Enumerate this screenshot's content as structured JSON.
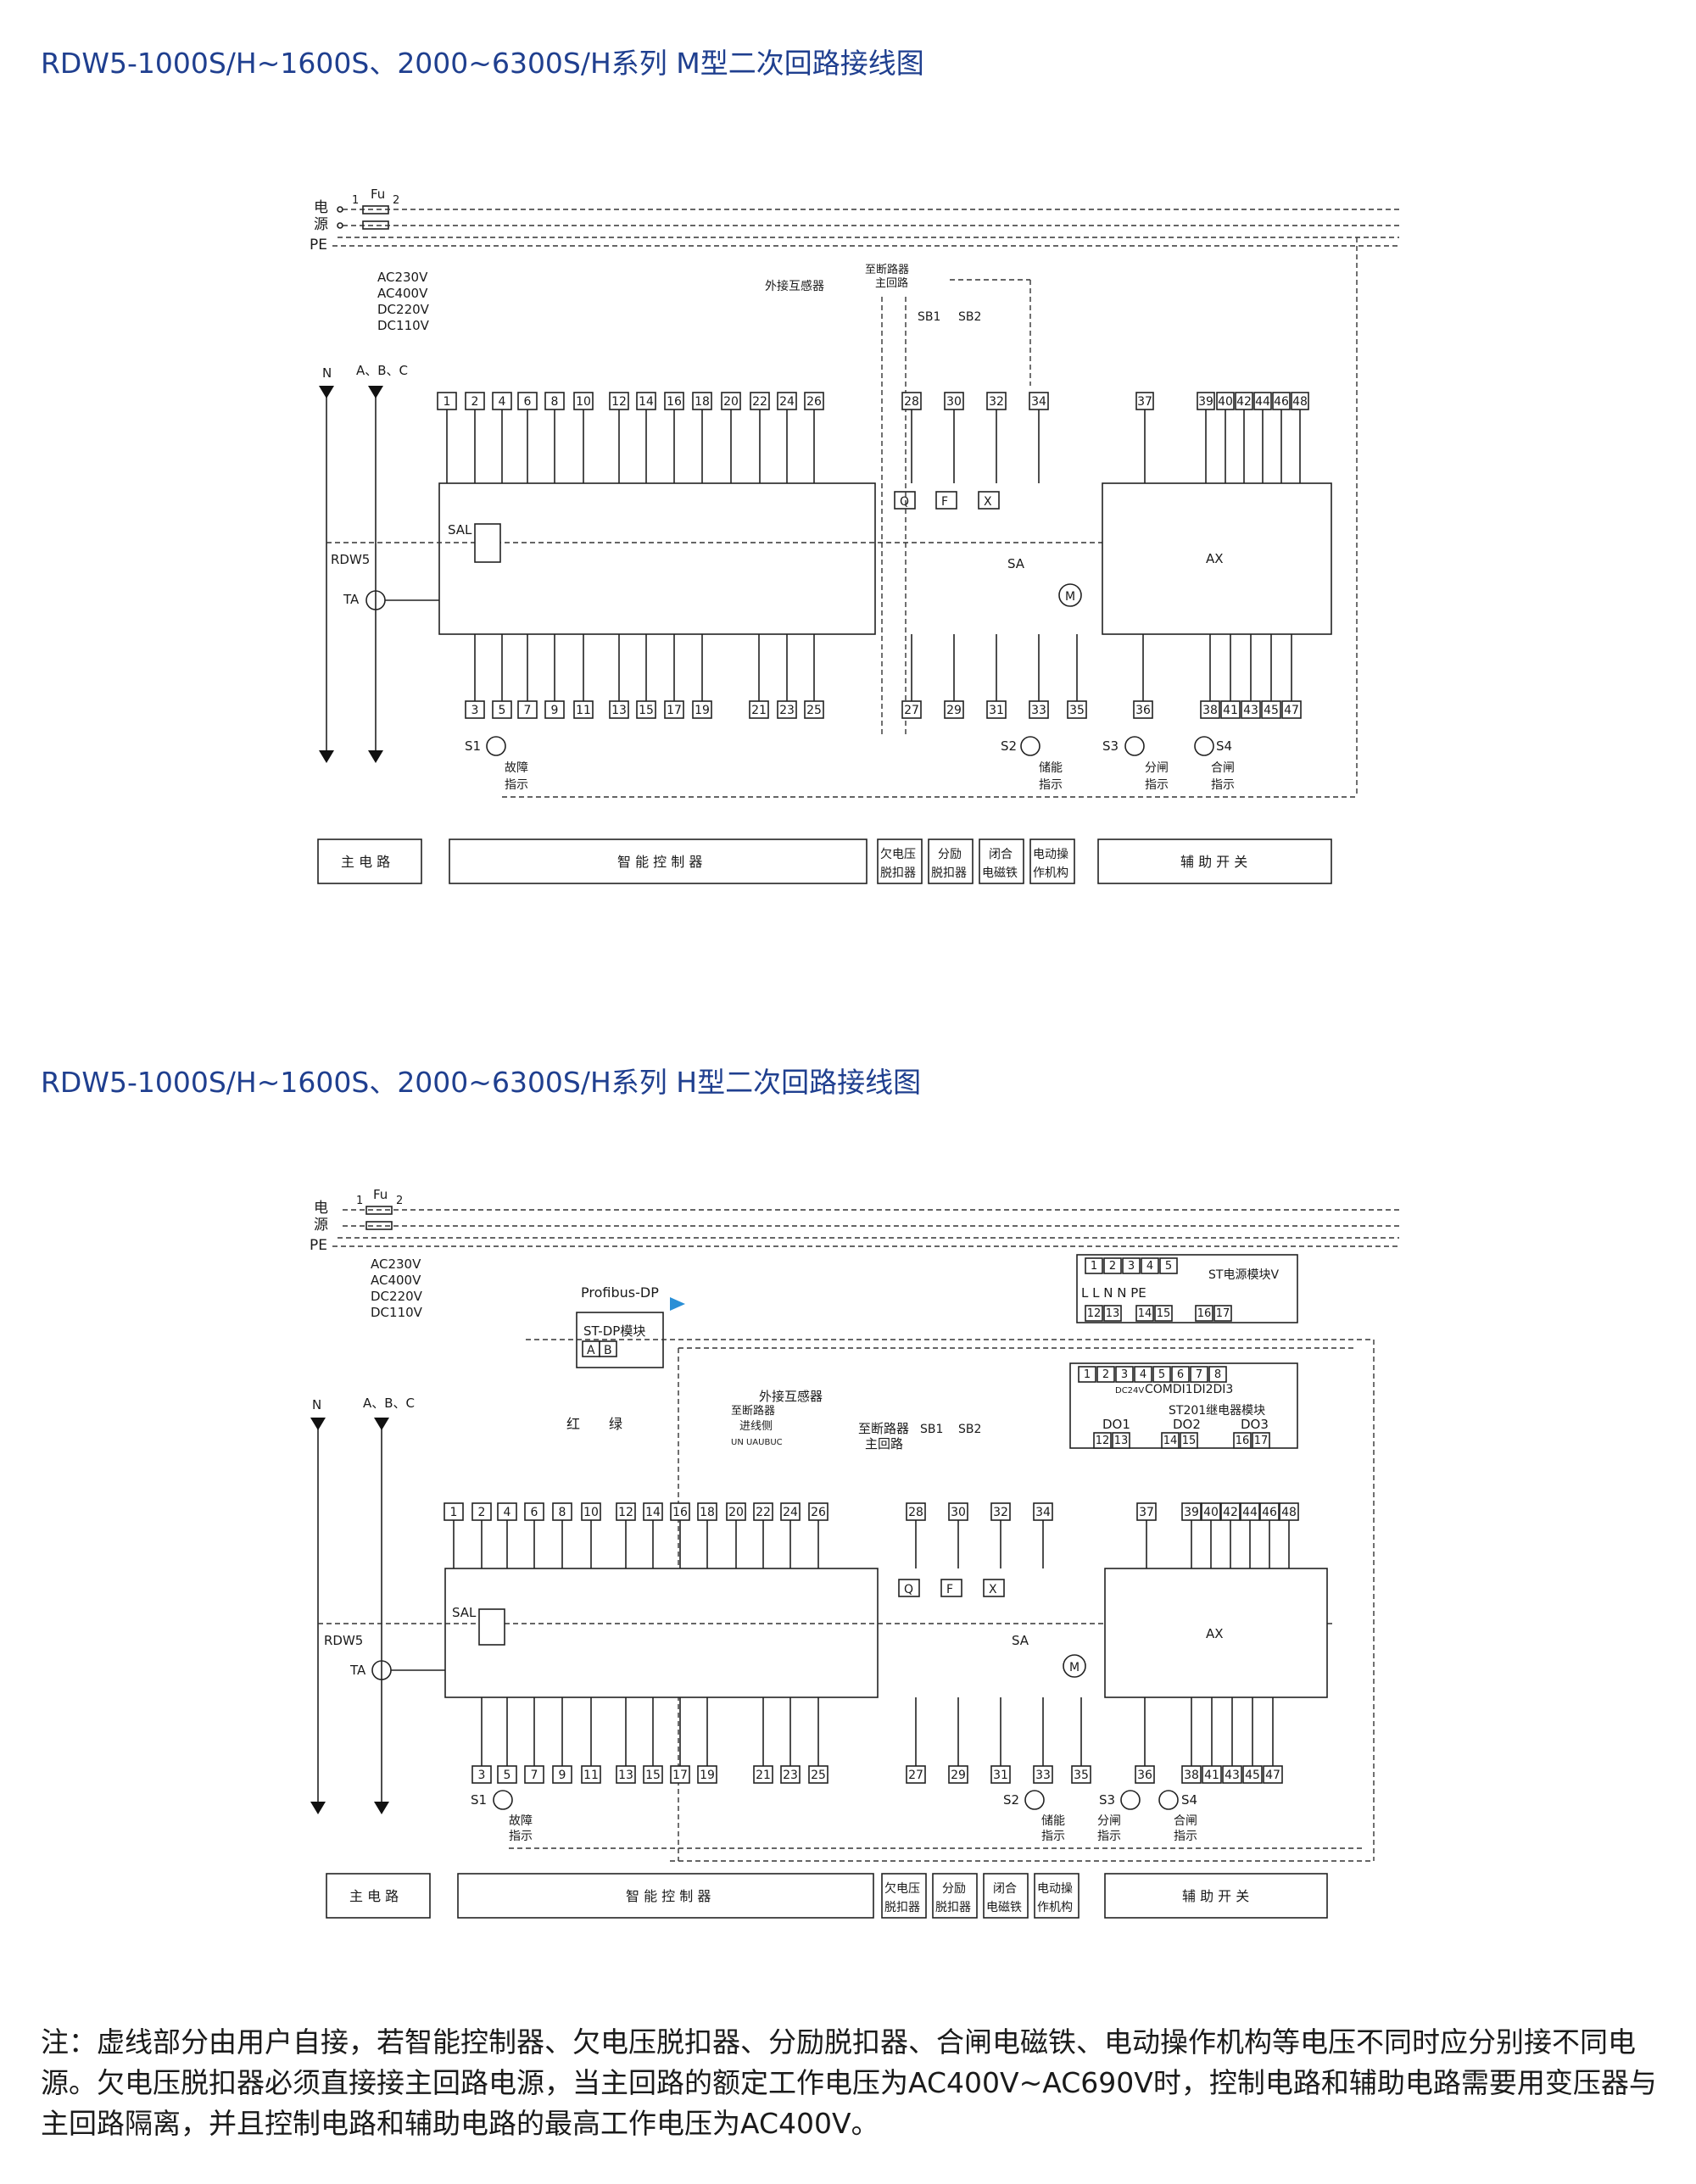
{
  "titles": {
    "m": "RDW5-1000S/H~1600S、2000~6300S/H系列 M型二次回路接线图",
    "h": "RDW5-1000S/H~1600S、2000~6300S/H系列  H型二次回路接线图"
  },
  "power": {
    "dian": "电",
    "yuan": "源",
    "pe": "PE",
    "fuse": "Fu",
    "fuse_pin1": "1",
    "fuse_pin2": "2",
    "voltages": [
      "AC230V",
      "AC400V",
      "DC220V",
      "DC110V"
    ]
  },
  "main": {
    "n": "N",
    "abc_m": "A、B、C",
    "abc_h": "A、B、C",
    "rdw5": "RDW5",
    "ta": "TA",
    "sal": "SAL",
    "ax": "AX",
    "sa": "SA",
    "motor": "M"
  },
  "terminals": {
    "top_ctrl": [
      "1",
      "2",
      "4",
      "6",
      "8",
      "10",
      "12",
      "14",
      "16",
      "18",
      "20",
      "22",
      "24",
      "26"
    ],
    "bottom_ctrl": [
      "3",
      "5",
      "7",
      "9",
      "11",
      "13",
      "15",
      "17",
      "19",
      "21",
      "23",
      "25"
    ],
    "top_mid": [
      "28",
      "30",
      "32",
      "34"
    ],
    "bottom_mid": [
      "27",
      "29",
      "31",
      "33",
      "35"
    ],
    "top_aux": [
      "37",
      "39",
      "40",
      "42",
      "44",
      "46",
      "48"
    ],
    "bottom_aux": [
      "36",
      "38",
      "41",
      "43",
      "45",
      "47"
    ]
  },
  "coils": [
    "Q",
    "F",
    "X"
  ],
  "switches": {
    "sb1": "SB1",
    "sb2": "SB2"
  },
  "labels": {
    "ext_ct": "外接互感器",
    "to_main_1": "至断路器",
    "to_main_2": "主回路",
    "to_main_h": "至断路器",
    "breaker_in_1": "至断路器",
    "breaker_in_2": "进线侧",
    "un": "UN UAUBUC",
    "red": "红",
    "green": "绿",
    "profibus": "Profibus-DP",
    "stdp": "ST-DP模块",
    "stdp_a": "A",
    "stdp_b": "B"
  },
  "lamps": {
    "s1": "S1",
    "s2": "S2",
    "s3": "S3",
    "s4": "S4",
    "fault_1": "故障",
    "fault_2": "指示",
    "store_1": "储能",
    "store_2": "指示",
    "open_1": "分闸",
    "open_2": "指示",
    "close_1": "合闸",
    "close_2": "指示"
  },
  "modules": {
    "power_mod": "ST电源模块V",
    "power_pins_top": [
      "1",
      "2",
      "3",
      "4",
      "5"
    ],
    "power_line": "L  L N  N PE",
    "power_pins_bot": [
      "12",
      "13",
      "14",
      "15",
      "16",
      "17"
    ],
    "relay_pins_top": [
      "1",
      "2",
      "3",
      "4",
      "5",
      "6",
      "7",
      "8"
    ],
    "relay_dc": "DC24V",
    "relay_com": "COMDI1DI2DI3",
    "relay_mod": "ST201继电器模块",
    "relay_do": [
      "DO1",
      "DO2",
      "DO3"
    ],
    "relay_pins_bot": [
      "12",
      "13",
      "14",
      "15",
      "16",
      "17"
    ]
  },
  "footer": {
    "main_circuit": "主 电 路",
    "controller": "智 能 控 制 器",
    "uv_1": "欠电压",
    "uv_2": "脱扣器",
    "shunt_1": "分励",
    "shunt_2": "脱扣器",
    "close_1": "闭合",
    "close_2": "电磁铁",
    "motor_1": "电动操",
    "motor_2": "作机构",
    "aux": "辅 助 开 关"
  },
  "note": "注：虚线部分由用户自接，若智能控制器、欠电压脱扣器、分励脱扣器、合闸电磁铁、电动操作机构等电压不同时应分别接不同电源。欠电压脱扣器必须直接接主回路电源，当主回路的额定工作电压为AC400V~AC690V时，控制电路和辅助电路需要用变压器与主回路隔离，并且控制电路和辅助电路的最高工作电压为AC400V。"
}
